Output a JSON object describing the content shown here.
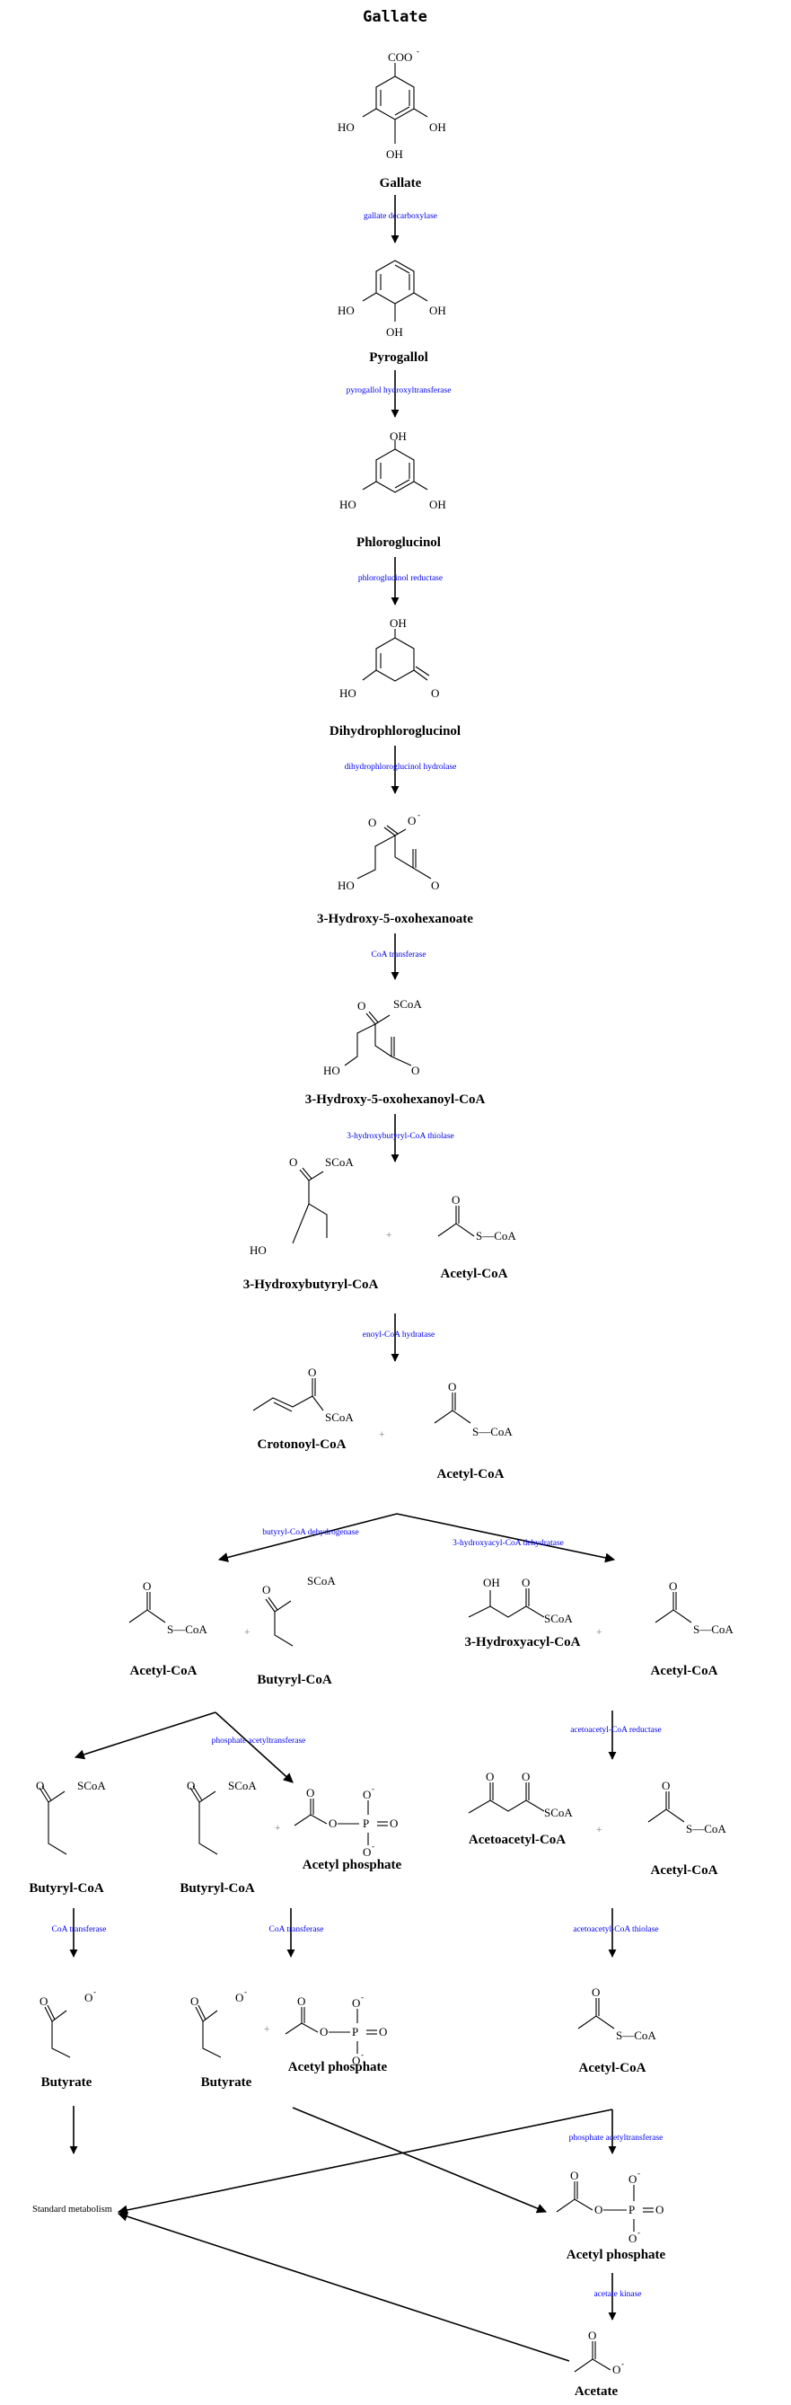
{
  "title": "Gallate",
  "compounds": {
    "gallate": "Gallate",
    "pyrogallol": "Pyrogallol",
    "phloroglucinol": "Phloroglucinol",
    "dihydrophloroglucinol": "Dihydrophloroglucinol",
    "hydroxy_oxohexanoate": "3-Hydroxy-5-oxohexanoate",
    "hydroxy_oxohexanoyl_coa": "3-Hydroxy-5-oxohexanoyl-CoA",
    "hydroxybutyryl_coa": "3-Hydroxybutyryl-CoA",
    "acetyl_coa": "Acetyl-CoA",
    "crotonoyl_coa": "Crotonoyl-CoA",
    "butyryl_coa": "Butyryl-CoA",
    "hydroxyacyl_coa": "3-Hydroxyacyl-CoA",
    "acetoacetyl_coa": "Acetoacetyl-CoA",
    "acetyl_phosphate": "Acetyl phosphate",
    "butyrate": "Butyrate",
    "acetate": "Acetate",
    "standard_metabolism": "Standard metabolism"
  },
  "enzymes": {
    "gallate_decarboxylase": "gallate decarboxylase",
    "pyrogallol_hydroxyltransferase": "pyrogallol hydroxyltransferase",
    "phloroglucinol_reductase": "phloroglucinol reductase",
    "dihydrophloroglucinol_hydrolase": "dihydrophloroglucinol hydrolase",
    "coa_transferase": "CoA transferase",
    "hydroxybutyryl_coa_thiolase": "3-hydroxybutyryl-CoA thiolase",
    "enoyl_coa_hydratase": "enoyl-CoA hydratase",
    "butyryl_coa_dehydrogenase": "butyryl-CoA dehydrogenase",
    "hydroxyacyl_coa_dehydratase": "3-hydroxyacyl-CoA dehydratase",
    "phosphate_acetyltransferase": "phosphate acetyltransferase",
    "acetoacetyl_coa_reductase": "acetoacetyl-CoA reductase",
    "acetoacetyl_coa_thiolase": "acetoacetyl-CoA thiolase",
    "acetate_kinase": "acetate kinase"
  },
  "atoms": {
    "oh": "OH",
    "ho": "HO",
    "o": "O",
    "coo": "COO",
    "scoa": "SCoA",
    "s_coa": "S—CoA",
    "p": "P",
    "minus": "-",
    "plus": "+"
  }
}
